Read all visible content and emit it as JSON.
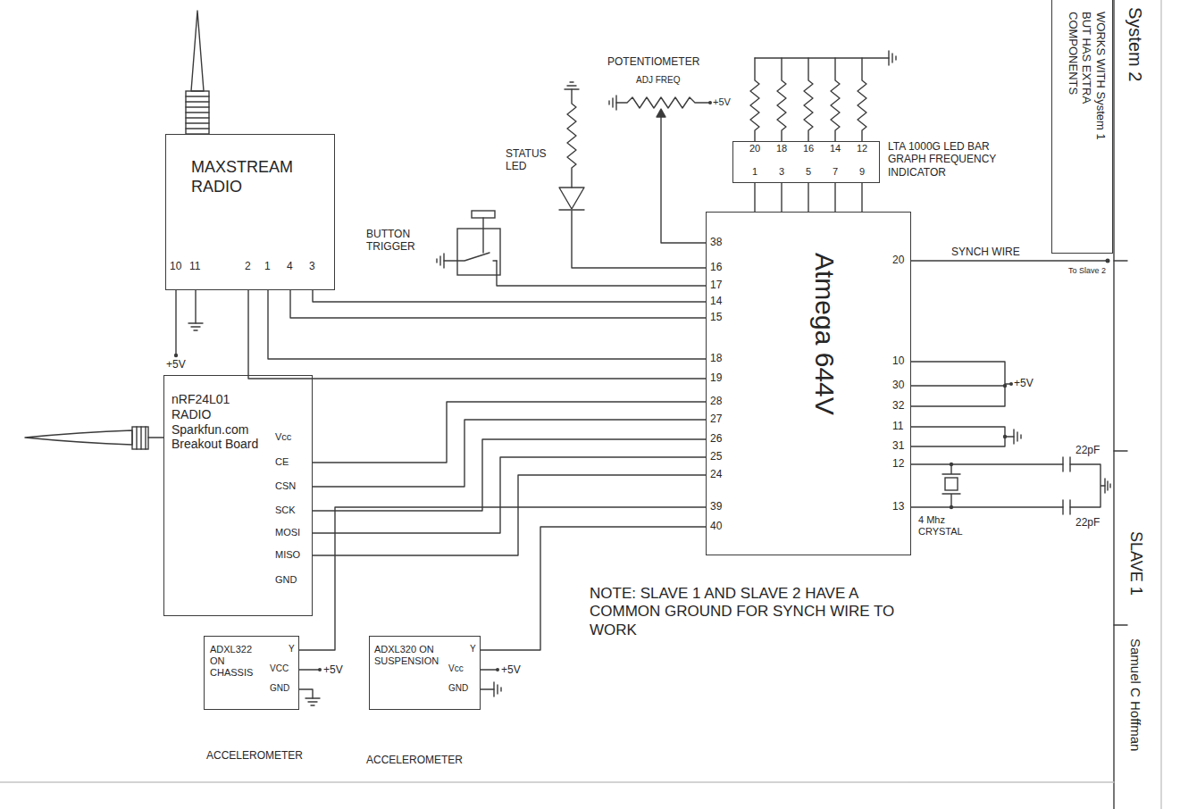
{
  "diagram": {
    "nodes": [
      {
        "text": [
          "MAXSTREAM RADIO"
        ]
      },
      {
        "text": [
          "LTA 1000G LED BAR GRAPH FREQUENCY INDICATOR"
        ]
      },
      {
        "text": [
          "WORKS WITH System 1 BUT HAS EXTRA COMPONENTS"
        ]
      },
      {
        "text": [
          "Atmega 644V"
        ]
      },
      {
        "text": [
          "nRF24L01 RADIO Sparkfun.com Breakout Board"
        ]
      },
      {
        "text": [
          "ADXL322 ON CHASSIS",
          "ACCELEROMETER"
        ]
      },
      {
        "text": [
          "ADXL320 ON SUSPENSION",
          "ACCELEROMETER"
        ]
      }
    ],
    "edges": [
      {
        "from": 0,
        "to": 3,
        "arrow": "none"
      },
      {
        "from": 0,
        "to": 3,
        "arrow": "none"
      },
      {
        "from": 0,
        "to": 3,
        "arrow": "none"
      },
      {
        "from": 0,
        "to": 3,
        "arrow": "none"
      },
      {
        "from": 1,
        "to": 3,
        "arrow": "none"
      },
      {
        "from": 1,
        "to": 3,
        "arrow": "none"
      },
      {
        "from": 1,
        "to": 3,
        "arrow": "none"
      },
      {
        "from": 1,
        "to": 3,
        "arrow": "none"
      },
      {
        "from": 1,
        "to": 3,
        "arrow": "none"
      },
      {
        "from": 4,
        "to": 3,
        "arrow": "none"
      },
      {
        "from": 4,
        "to": 3,
        "arrow": "none"
      },
      {
        "from": 4,
        "to": 3,
        "arrow": "none"
      },
      {
        "from": 4,
        "to": 3,
        "arrow": "none"
      },
      {
        "from": 4,
        "to": 3,
        "arrow": "none"
      },
      {
        "from": 5,
        "to": 3,
        "arrow": "none"
      },
      {
        "from": 6,
        "to": 3,
        "arrow": "none"
      }
    ],
    "labels": [
      "10",
      "11",
      "2",
      "1",
      "4",
      "3",
      "+5V",
      "POTENTIOMETER",
      "ADJ FREQ",
      "+5V",
      "STATUS LED",
      "BUTTON TRIGGER",
      "20",
      "18",
      "16",
      "14",
      "12",
      "1",
      "3",
      "5",
      "7",
      "9",
      "38",
      "16",
      "17",
      "14",
      "15",
      "18",
      "19",
      "28",
      "27",
      "26",
      "25",
      "24",
      "39",
      "40",
      "20",
      "10",
      "30",
      "32",
      "11",
      "31",
      "12",
      "13",
      "SYNCH WIRE",
      "To Slave 2",
      "+5V",
      "22pF",
      "22pF",
      "4 Mhz CRYSTAL",
      "Vcc",
      "CE",
      "CSN",
      "SCK",
      "MOSI",
      "MISO",
      "GND",
      "Y",
      "VCC",
      "GND",
      "+5V",
      "Y",
      "Vcc",
      "GND",
      "+5V",
      "NOTE: SLAVE 1 AND SLAVE 2 HAVE A COMMON GROUND FOR SYNCH WIRE TO WORK",
      "System 2",
      "SLAVE 1",
      "Samuel C Hoffman"
    ]
  }
}
